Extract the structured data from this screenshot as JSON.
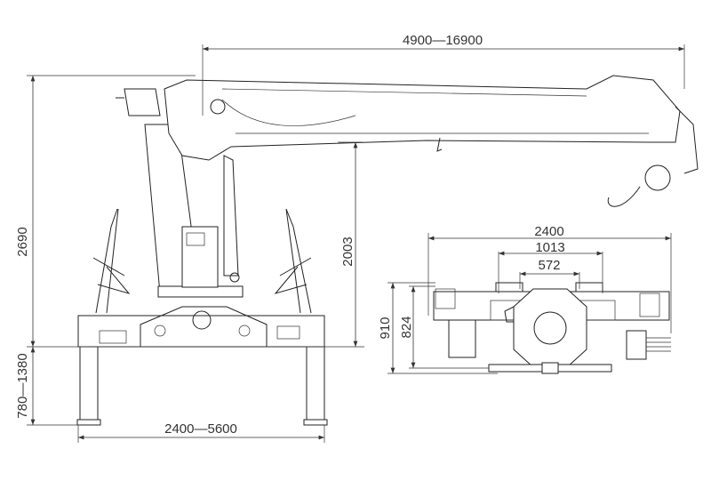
{
  "drawing": {
    "side_view": {
      "boom_length": "4900—16900",
      "total_height": "2690",
      "outrigger_height": "780—1380",
      "mast_height": "2003",
      "outrigger_span": "2400—5600"
    },
    "top_view": {
      "overall_width": "2400",
      "pad_spacing_outer": "1013",
      "pad_spacing_inner": "572",
      "overall_depth": "910",
      "frame_depth": "824"
    }
  }
}
